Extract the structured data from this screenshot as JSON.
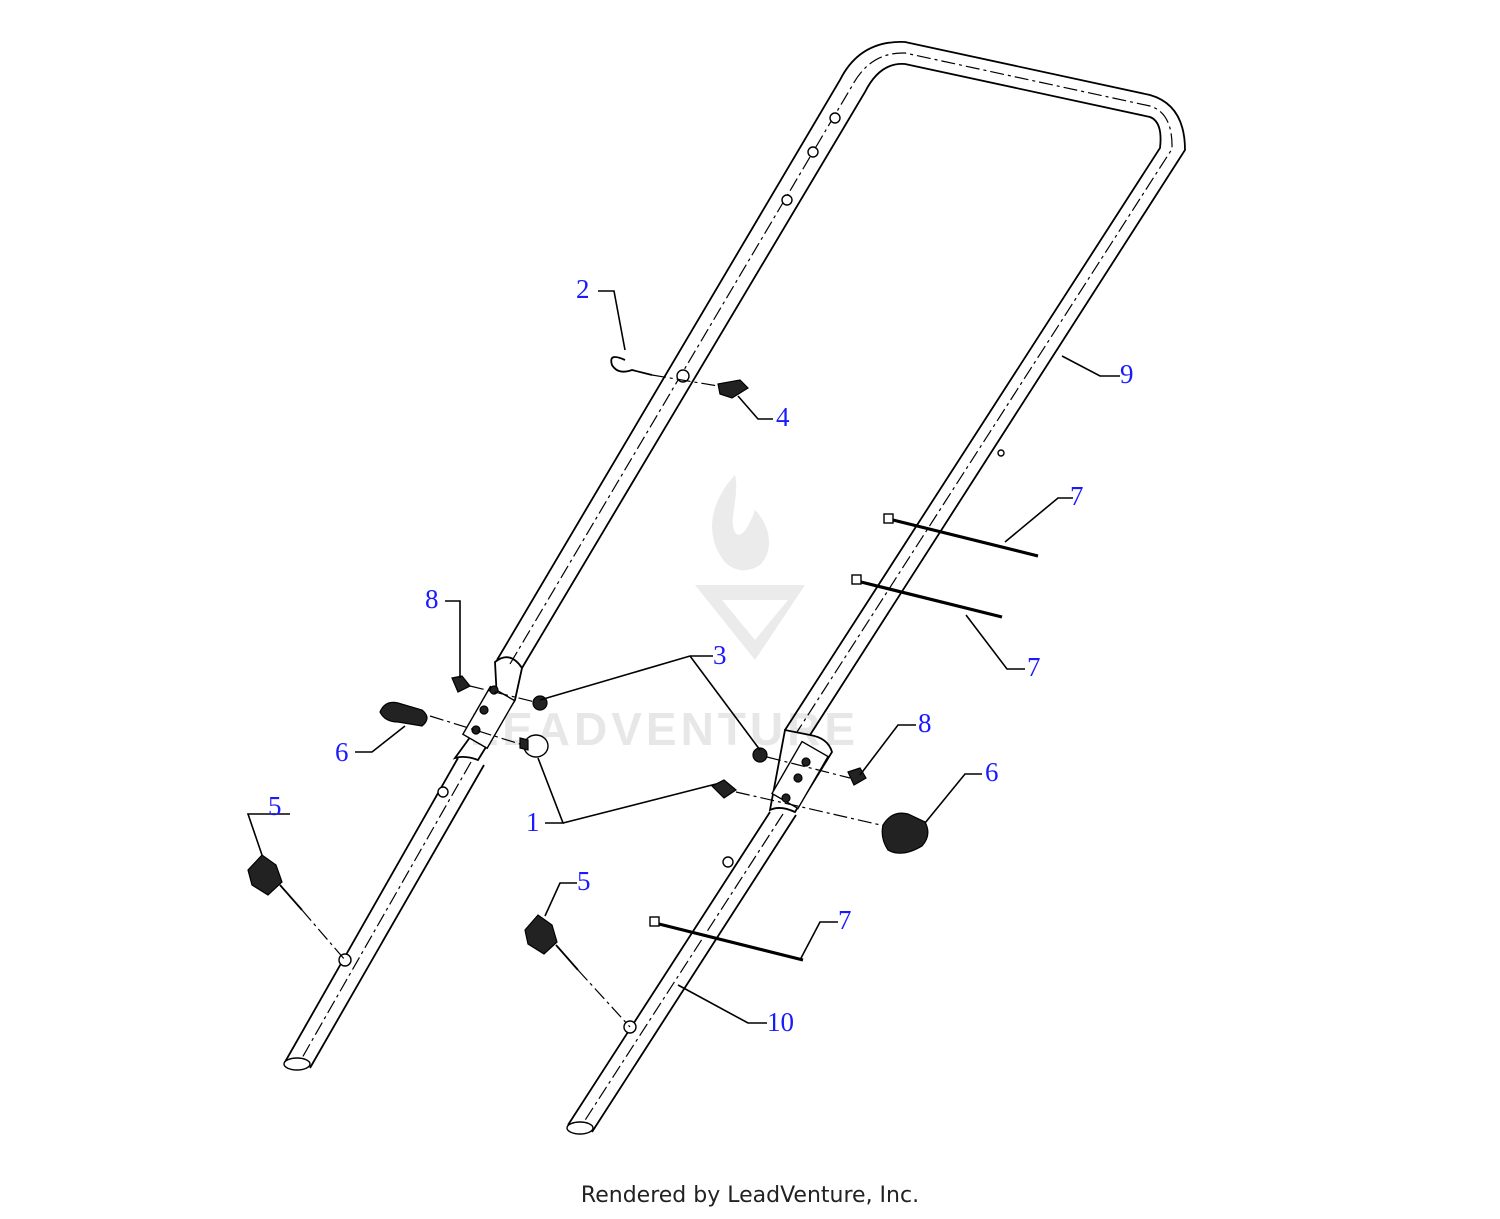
{
  "watermark": {
    "brand": "LEADVENTURE"
  },
  "callouts": [
    {
      "id": "c1",
      "label": "1"
    },
    {
      "id": "c2",
      "label": "2"
    },
    {
      "id": "c3",
      "label": "3"
    },
    {
      "id": "c4",
      "label": "4"
    },
    {
      "id": "c5a",
      "label": "5"
    },
    {
      "id": "c5b",
      "label": "5"
    },
    {
      "id": "c6a",
      "label": "6"
    },
    {
      "id": "c6b",
      "label": "6"
    },
    {
      "id": "c7a",
      "label": "7"
    },
    {
      "id": "c7b",
      "label": "7"
    },
    {
      "id": "c7c",
      "label": "7"
    },
    {
      "id": "c8a",
      "label": "8"
    },
    {
      "id": "c8b",
      "label": "8"
    },
    {
      "id": "c9",
      "label": "9"
    },
    {
      "id": "c10",
      "label": "10"
    }
  ],
  "footer": {
    "text": "Rendered by LeadVenture, Inc."
  },
  "colors": {
    "callout": "#1a1aff",
    "line": "#000000",
    "watermark": "#bdbdbd"
  }
}
